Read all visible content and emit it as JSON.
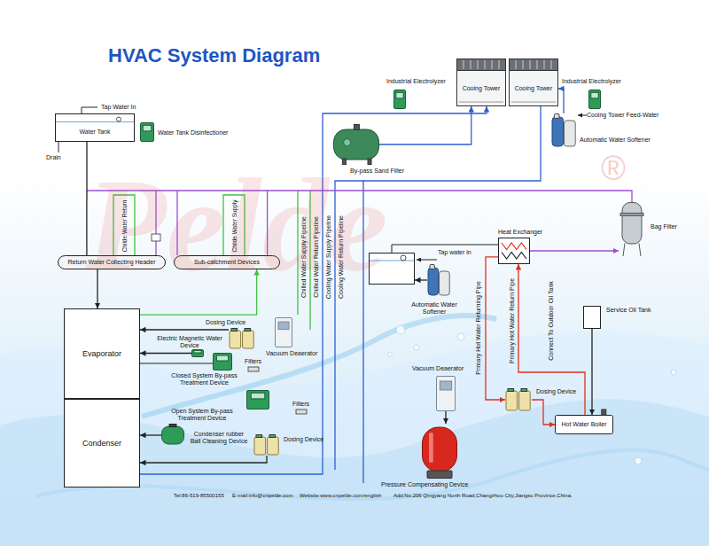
{
  "diagram": {
    "title": "HVAC System Diagram",
    "nodes": [
      {
        "text": [
          "Water Tank"
        ]
      },
      {
        "text": [
          "Water Tank Disinfectioner"
        ]
      },
      {
        "text": [
          "Industrial Electrolyzer"
        ]
      },
      {
        "text": [
          "Cooing Tower"
        ]
      },
      {
        "text": [
          "Cooing Tower"
        ]
      },
      {
        "text": [
          "Industrial Electrolyzer"
        ]
      },
      {
        "text": [
          "Automatic Water Softener"
        ]
      },
      {
        "text": [
          "By-pass Sand Filter"
        ]
      },
      {
        "text": [
          "Bag Filter"
        ]
      },
      {
        "text": [
          "Return Water Collecting Header"
        ]
      },
      {
        "text": [
          "Sub-catchment Devices"
        ]
      },
      {
        "text": [
          "Heat Exchanger"
        ]
      },
      {
        "text": [
          "Tap water in"
        ]
      },
      {
        "text": [
          "Service Oil Tank"
        ]
      },
      {
        "text": [
          "Evaporator"
        ]
      },
      {
        "text": [
          "Dosing Device"
        ]
      },
      {
        "text": [
          "Electric Magnetic Water Device"
        ]
      },
      {
        "text": [
          "Vacuum Deaerator"
        ]
      },
      {
        "text": [
          "Closed System By-pass Treatment Device"
        ]
      },
      {
        "text": [
          "Automatic Water Softener"
        ]
      },
      {
        "text": [
          "Vacuum Deaerator"
        ]
      },
      {
        "text": [
          "Condenser"
        ]
      },
      {
        "text": [
          "Open System By-pass Treatment Device"
        ]
      },
      {
        "text": [
          "Dosing Device"
        ]
      },
      {
        "text": [
          "Hot Water Boiler"
        ]
      },
      {
        "text": [
          "Condenser rubber Ball Cleaning Device"
        ]
      },
      {
        "text": [
          "Dosing Device"
        ]
      },
      {
        "text": [
          "Pressure Compensating Device"
        ]
      }
    ],
    "edges": [
      {
        "from": 0,
        "to": 9,
        "arrow": "none"
      },
      {
        "from": 6,
        "to": 4,
        "arrow": "to"
      },
      {
        "from": 7,
        "to": 3,
        "arrow": "to"
      },
      {
        "from": 9,
        "to": 14,
        "arrow": "to"
      },
      {
        "from": 14,
        "to": 10,
        "arrow": "to"
      },
      {
        "from": 15,
        "to": 14,
        "arrow": "to"
      },
      {
        "from": 25,
        "to": 21,
        "arrow": "to"
      },
      {
        "from": 21,
        "to": 3,
        "arrow": "to"
      },
      {
        "from": 11,
        "to": 8,
        "arrow": "to"
      },
      {
        "from": 23,
        "to": 24,
        "arrow": "to"
      },
      {
        "from": 24,
        "to": 11,
        "arrow": "to"
      },
      {
        "from": 11,
        "to": 23,
        "arrow": "to"
      },
      {
        "from": 13,
        "to": 24,
        "arrow": "to"
      },
      {
        "from": 19,
        "to": 12,
        "arrow": "to"
      },
      {
        "from": 20,
        "to": 27,
        "arrow": "to"
      },
      {
        "from": 26,
        "to": 21,
        "arrow": "to"
      },
      {
        "from": 16,
        "to": 14,
        "arrow": "to"
      },
      {
        "from": 10,
        "to": 8,
        "arrow": "none"
      }
    ],
    "labels": [
      "Tap Water In",
      "Drain",
      "Cooing Tower Feed-Water",
      "Childe Water Return",
      "Childe Water Supply",
      "Chilled Water Supply Pipeline",
      "Chilled Water Return Pipeline",
      "Cooling Water Supply Pipeline",
      "Cooling Water Return Pipeline",
      "Primary Hot Water Returning Pipe",
      "Primary Hot Water Return Pipe",
      "Connect To Outdoor Oil Tank",
      "Filters",
      "Filters",
      "Tel:86-519-85500155",
      "E-mail:info@cnpelde.com",
      "Website:www.cnpelde.com/english",
      "Add:No.206 Qingyang North Road,Changzhou City,Jiangsu Province,China.",
      "Pelde",
      "®"
    ]
  }
}
